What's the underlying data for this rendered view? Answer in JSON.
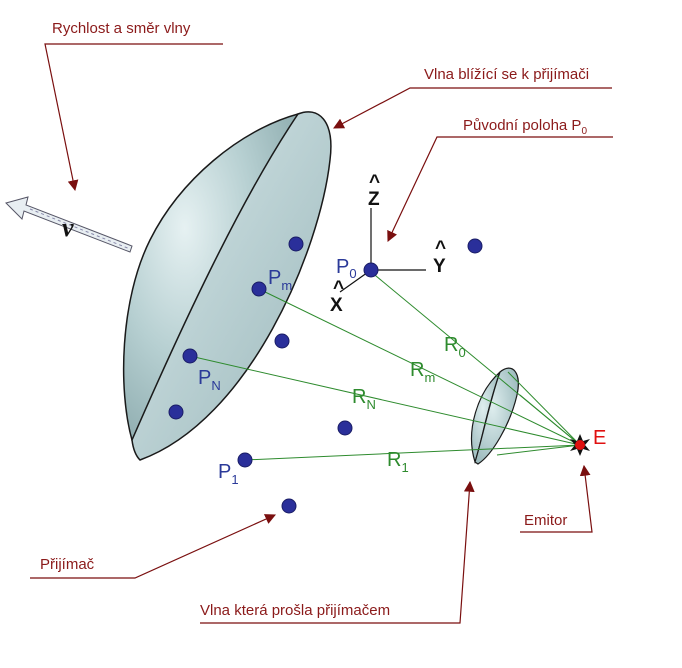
{
  "callouts": {
    "speed_direction": "Rychlost a směr vlny",
    "approaching_wave": "Vlna blížící se k přijímači",
    "original_position": "Původní poloha P",
    "original_position_sub": "0",
    "receiver": "Přijímač",
    "passed_wave": "Vlna která prošla přijímačem",
    "emitter": "Emitor"
  },
  "axes": {
    "z": "Z",
    "y": "Y",
    "x": "X",
    "hat": "^"
  },
  "velocity_label": "v",
  "emitter_label": "E",
  "points": {
    "p0": {
      "main": "P",
      "sub": "0"
    },
    "pm": {
      "main": "P",
      "sub": "m"
    },
    "pn": {
      "main": "P",
      "sub": "N"
    },
    "p1": {
      "main": "P",
      "sub": "1"
    }
  },
  "distances": {
    "r0": {
      "main": "R",
      "sub": "0"
    },
    "rm": {
      "main": "R",
      "sub": "m"
    },
    "rn": {
      "main": "R",
      "sub": "N"
    },
    "r1": {
      "main": "R",
      "sub": "1"
    }
  },
  "colors": {
    "callout_line": "#7a0f0f",
    "callout_text": "#8b1a1a",
    "point_fill": "#2a2f9a",
    "point_label": "#2b3a99",
    "distance_line": "#2e8b2e",
    "wave_fill": "#a9c6c8",
    "wave_stroke": "#1a1a1a",
    "emitter": "#e01010"
  },
  "icons": {
    "velocity_arrow": "arrow-icon",
    "emitter_star": "star-burst-icon"
  }
}
